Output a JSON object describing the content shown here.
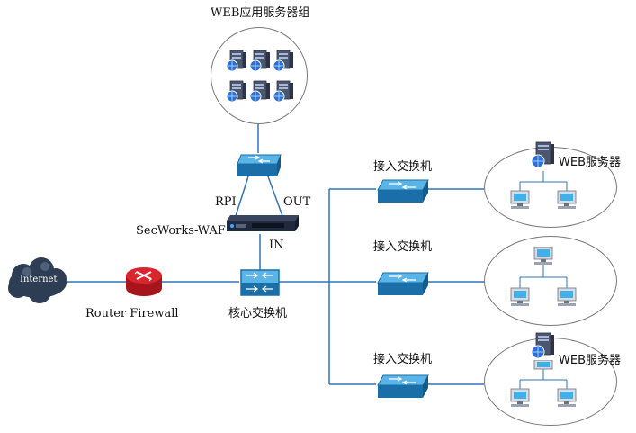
{
  "labels": {
    "web_cluster": "WEB应用服务器组",
    "rpi": "RPI",
    "out": "OUT",
    "waf": "SecWorks-WAF",
    "in": "IN",
    "internet": "Internet",
    "router": "Router Firewall",
    "core_switch": "核心交换机",
    "access_switch_1": "接入交换机",
    "access_switch_2": "接入交换机",
    "access_switch_3": "接入交换机",
    "web_server_1": "WEB服务器",
    "web_server_3": "WEB服务器"
  },
  "colors": {
    "link": "#2e75b6",
    "switch_top": "#5ab4e6",
    "switch_side": "#1a6fa8",
    "router": "#d9262e",
    "cloud": "#2d3e54"
  },
  "icons": {
    "cluster": "server-cluster-icon",
    "switch": "network-switch-icon",
    "waf": "waf-appliance-icon",
    "router": "router-icon",
    "cloud": "internet-cloud-icon",
    "server": "web-server-icon",
    "pc": "workstation-icon"
  }
}
